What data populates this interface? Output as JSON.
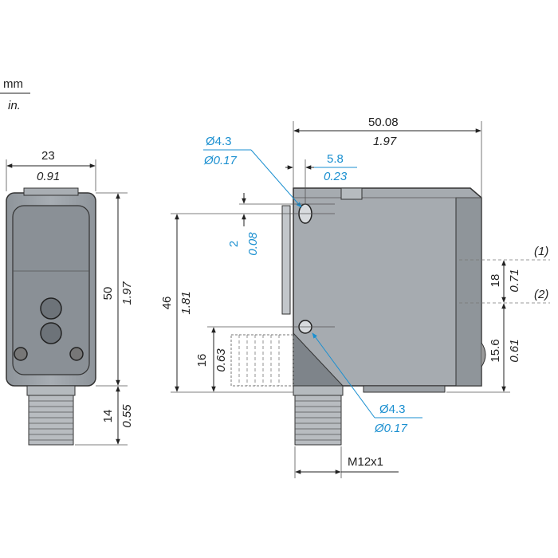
{
  "units": {
    "primary": "mm",
    "secondary": "in."
  },
  "front_view": {
    "width_mm": "23",
    "width_in": "0.91",
    "height_mm": "50",
    "height_in": "1.97",
    "connector_mm": "14",
    "connector_in": "0.55"
  },
  "side_view": {
    "length_mm": "50.08",
    "length_in": "1.97",
    "hole_top_dia_mm": "Ø4.3",
    "hole_top_dia_in": "Ø0.17",
    "offset_mm": "5.8",
    "offset_in": "0.23",
    "hole_offset_mm": "2",
    "hole_offset_in": "0.08",
    "hole_span_mm": "46",
    "hole_span_in": "1.81",
    "hole_low_mm": "16",
    "hole_low_in": "0.63",
    "hole_bottom_dia_mm": "Ø4.3",
    "hole_bottom_dia_in": "Ø0.17",
    "thread_label": "M12x1",
    "axis1_label": "(1)",
    "axis2_label": "(2)",
    "axis_span_mm": "18",
    "axis_span_in": "0.71",
    "axis_low_mm": "15.6",
    "axis_low_in": "0.61"
  },
  "colors": {
    "accent": "#1a8fd0",
    "body_fill": "#9aa0a6",
    "line": "#222222"
  }
}
